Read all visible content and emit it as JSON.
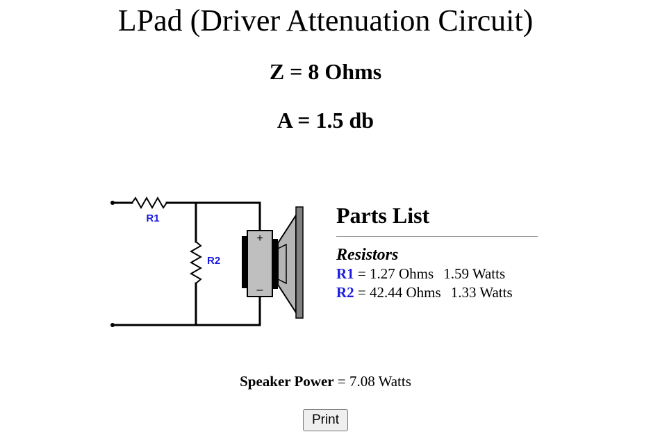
{
  "header": {
    "title": "LPad (Driver Attenuation Circuit)",
    "impedance": "Z = 8 Ohms",
    "attenuation": "A = 1.5 db"
  },
  "circuit": {
    "r1_label": "R1",
    "r2_label": "R2",
    "plus_sign": "+",
    "minus_sign": "–",
    "resistor_label_color": "#1a1ae0"
  },
  "parts_list": {
    "title": "Parts List",
    "section": "Resistors",
    "separator": "=",
    "resistors": [
      {
        "name": "R1",
        "ohms": "1.27 Ohms",
        "watts": "1.59 Watts"
      },
      {
        "name": "R2",
        "ohms": "42.44 Ohms",
        "watts": "1.33 Watts"
      }
    ]
  },
  "speaker_power": {
    "label": "Speaker Power",
    "value": "= 7.08 Watts"
  },
  "print_button": {
    "label": "Print"
  }
}
